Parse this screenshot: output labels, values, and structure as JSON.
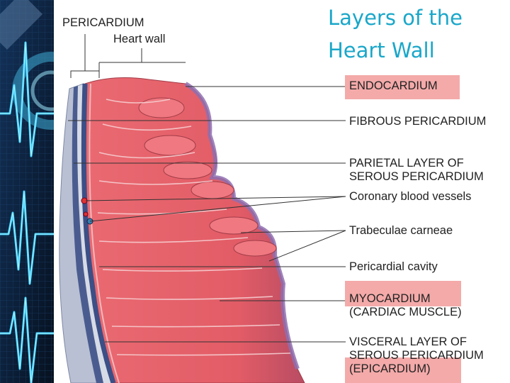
{
  "title": "Layers of the Heart Wall",
  "diagram": {
    "top_labels": {
      "pericardium": "PERICARDIUM",
      "heart_wall": "Heart wall"
    },
    "labels": [
      {
        "id": "endocardium",
        "text": "ENDOCARDIUM",
        "highlighted": true
      },
      {
        "id": "fibrous-pericardium",
        "text": "FIBROUS PERICARDIUM",
        "highlighted": false
      },
      {
        "id": "parietal-layer",
        "line1": "PARIETAL LAYER OF",
        "line2": "SEROUS PERICARDIUM",
        "highlighted": false
      },
      {
        "id": "coronary-vessels",
        "text": "Coronary blood vessels",
        "highlighted": false
      },
      {
        "id": "trabeculae",
        "text": "Trabeculae carneae",
        "highlighted": false
      },
      {
        "id": "pericardial-cavity",
        "text": "Pericardial cavity",
        "highlighted": false
      },
      {
        "id": "myocardium",
        "line1": "MYOCARDIUM",
        "line2": "(CARDIAC MUSCLE)",
        "highlighted": true
      },
      {
        "id": "visceral-layer",
        "line1": "VISCERAL LAYER OF",
        "line2": "SEROUS PERICARDIUM",
        "line3": "(EPICARDIUM)",
        "highlighted": true
      }
    ]
  },
  "colors": {
    "title": "#1aa7c9",
    "highlight": "#f3aaa9",
    "muscle": "#e4646c",
    "muscle_dark": "#c24850",
    "epicardium": "#4a5c8f",
    "sidebar_bg": "#0b1e36",
    "sidebar_wave": "#3ad0ff"
  }
}
